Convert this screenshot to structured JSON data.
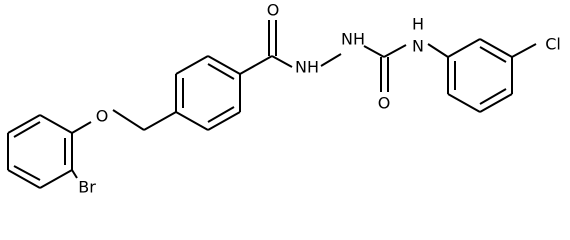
{
  "molecule": {
    "atoms": {
      "o_carbonyl1": "O",
      "nh1": "NH",
      "nh2": "NH",
      "o_carbonyl2": "O",
      "n_aryl": "N",
      "h_aryl": "H",
      "cl": "Cl",
      "o_ether": "O",
      "br": "Br"
    }
  }
}
